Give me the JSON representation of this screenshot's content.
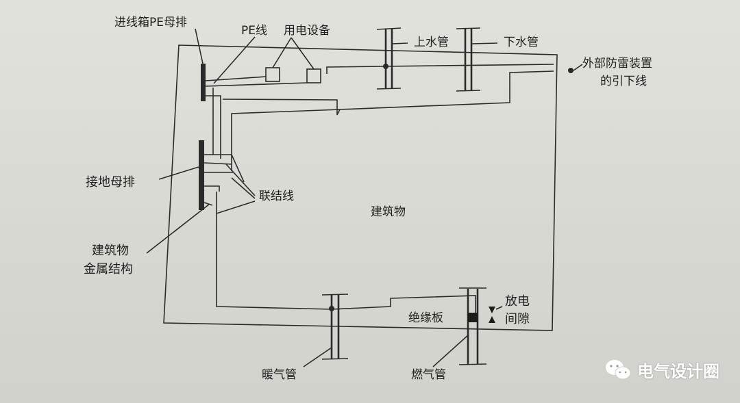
{
  "labels": {
    "incoming_pe_bar": "进线箱PE母排",
    "pe_wire": "PE线",
    "equipment": "用电设备",
    "water_supply": "上水管",
    "water_drain": "下水管",
    "lightning_downlead_1": "外部防雷装置",
    "lightning_downlead_2": "的引下线",
    "ground_bar": "接地母排",
    "bond_wire": "联结线",
    "building": "建筑物",
    "metal_structure_1": "建筑物",
    "metal_structure_2": "金属结构",
    "spark_gap_1": "放电",
    "spark_gap_2": "间隙",
    "insulating_plate": "绝缘板",
    "heating_pipe": "暖气管",
    "gas_pipe": "燃气管"
  },
  "watermark": {
    "icon": "wechat-icon",
    "text": "电气设计圈",
    "color": "#ffffff"
  }
}
